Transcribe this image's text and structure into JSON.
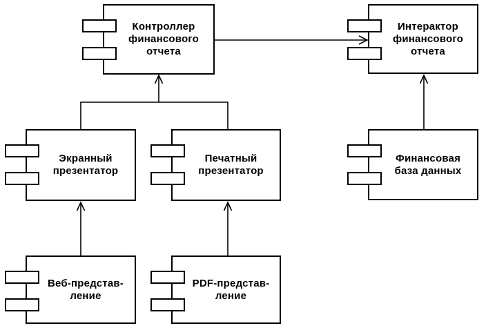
{
  "diagram": {
    "type": "uml-component-diagram",
    "background_color": "#ffffff",
    "line_color": "#000000",
    "text_color": "#000000",
    "components": [
      {
        "id": "report-controller",
        "label": "Контроллер\nфинансового\nотчета"
      },
      {
        "id": "report-interactor",
        "label": "Интерактор\nфинансового\nотчета"
      },
      {
        "id": "screen-presenter",
        "label": "Экранный\nпрезентатор"
      },
      {
        "id": "print-presenter",
        "label": "Печатный\nпрезентатор"
      },
      {
        "id": "financial-db",
        "label": "Финансовая\nбаза данных"
      },
      {
        "id": "web-view",
        "label": "Веб-представ-\nление"
      },
      {
        "id": "pdf-view",
        "label": "PDF-представ-\nление"
      }
    ],
    "connections": [
      {
        "from": "report-controller",
        "to": "report-interactor",
        "style": "open-arrow"
      },
      {
        "from": "screen-presenter",
        "to": "report-controller",
        "style": "open-arrow"
      },
      {
        "from": "print-presenter",
        "to": "report-controller",
        "style": "open-arrow"
      },
      {
        "from": "financial-db",
        "to": "report-interactor",
        "style": "open-arrow"
      },
      {
        "from": "web-view",
        "to": "screen-presenter",
        "style": "open-arrow"
      },
      {
        "from": "pdf-view",
        "to": "print-presenter",
        "style": "open-arrow"
      }
    ]
  }
}
